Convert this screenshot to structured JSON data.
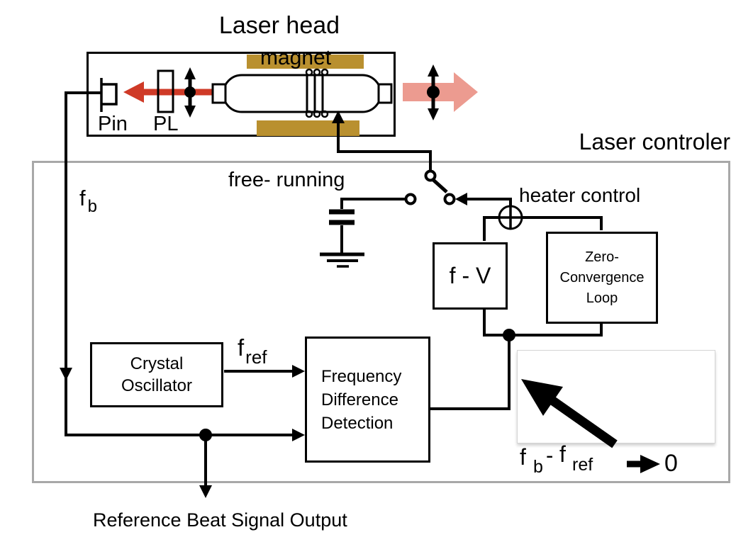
{
  "colors": {
    "magnet_gold": "#b9902f",
    "beam_red": "#cf3a27",
    "output_pink": "#ec9b90",
    "controller_border_gray": "#a8a8a8",
    "callout_edge_gray": "#d4d4d4",
    "ink_black": "#000000"
  },
  "laser_head": {
    "title": "Laser head",
    "magnet_label": "magnet",
    "pin_label": "Pin",
    "pl_label": "PL"
  },
  "controller": {
    "title": "Laser controler",
    "beat_frequency": {
      "main": "f",
      "sub": "b"
    },
    "free_running_label": "free- running",
    "heater_control_label": "heater control",
    "fv_converter_label": "f - V",
    "zero_convergence_lines": [
      "Zero-",
      "Convergence",
      "Loop"
    ],
    "crystal_oscillator_lines": [
      "Crystal",
      "Oscillator"
    ],
    "reference_frequency": {
      "main": "f",
      "sub": "ref"
    },
    "frequency_difference_lines": [
      "Frequency",
      "Difference",
      "Detection"
    ]
  },
  "annotation": {
    "formula": {
      "term1_main": "f",
      "term1_sub": "b",
      "minus": "-",
      "term2_main": "f",
      "term2_sub": "ref",
      "result": "0"
    }
  },
  "footer": {
    "reference_output_label": "Reference Beat Signal Output"
  }
}
